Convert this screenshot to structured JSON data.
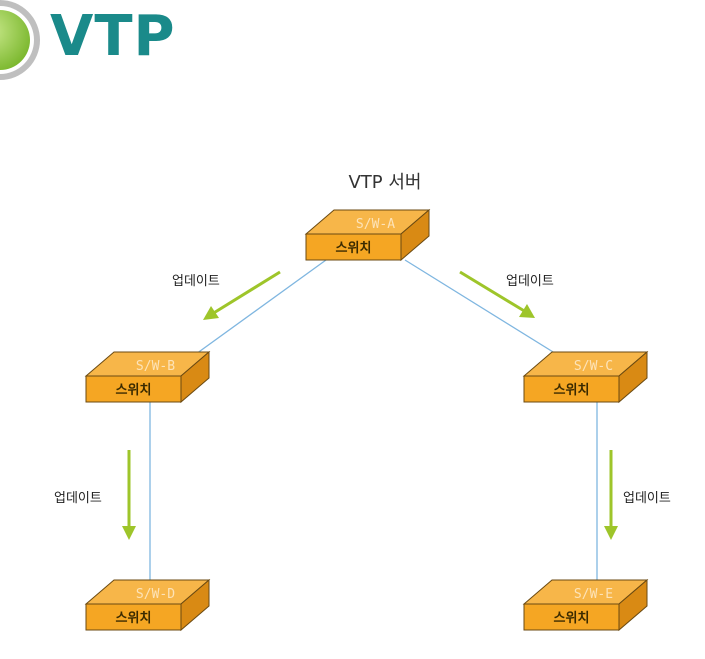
{
  "title": "VTP",
  "server_label": "VTP 서버",
  "update_label": "업데이트",
  "switch_label": "스위치",
  "switches": [
    {
      "id": "A",
      "name": "S/W-A"
    },
    {
      "id": "B",
      "name": "S/W-B"
    },
    {
      "id": "C",
      "name": "S/W-C"
    },
    {
      "id": "D",
      "name": "S/W-D"
    },
    {
      "id": "E",
      "name": "S/W-E"
    }
  ],
  "colors": {
    "title": "#1a8a8a",
    "switch_face": "#f5a623",
    "switch_top": "#f7b649",
    "switch_side": "#d98a14",
    "switch_outline": "#6b4a12",
    "link_line": "#7fb6e0",
    "arrow": "#9ec52a",
    "logo_green": "#8cc63f"
  }
}
